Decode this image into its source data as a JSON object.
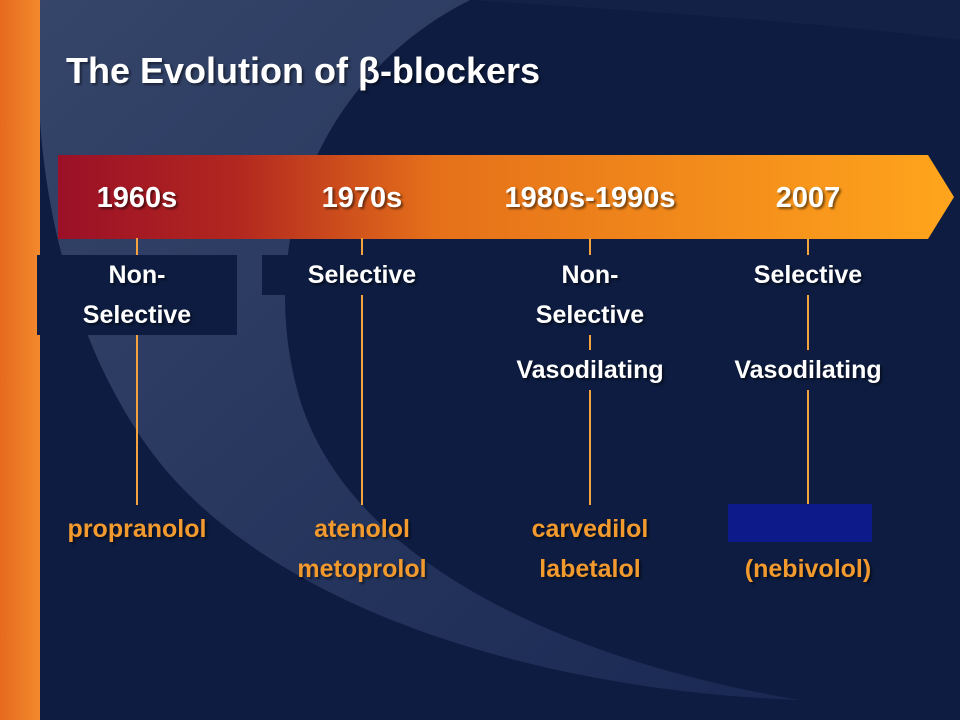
{
  "slide": {
    "title": "The Evolution of β-blockers",
    "colors": {
      "background": "#0d1c40",
      "accent_orange": "#f3892c",
      "arrow_start": "#9b1027",
      "arrow_end": "#ffa51c",
      "drug_text": "#f29a2e",
      "redaction_box": "#0d1a8a"
    }
  },
  "timeline": [
    {
      "era": "1960s",
      "labels": [
        "Non-\nSelective"
      ],
      "drugs": [
        "propranolol"
      ]
    },
    {
      "era": "1970s",
      "labels": [
        "Selective"
      ],
      "drugs": [
        "atenolol",
        "metoprolol"
      ]
    },
    {
      "era": "1980s-1990s",
      "labels": [
        "Non-\nSelective",
        "Vasodilating"
      ],
      "drugs": [
        "carvedilol",
        "labetalol"
      ]
    },
    {
      "era": "2007",
      "labels": [
        "Selective",
        "Vasodilating"
      ],
      "drugs": [
        "",
        "(nebivolol)"
      ]
    }
  ]
}
